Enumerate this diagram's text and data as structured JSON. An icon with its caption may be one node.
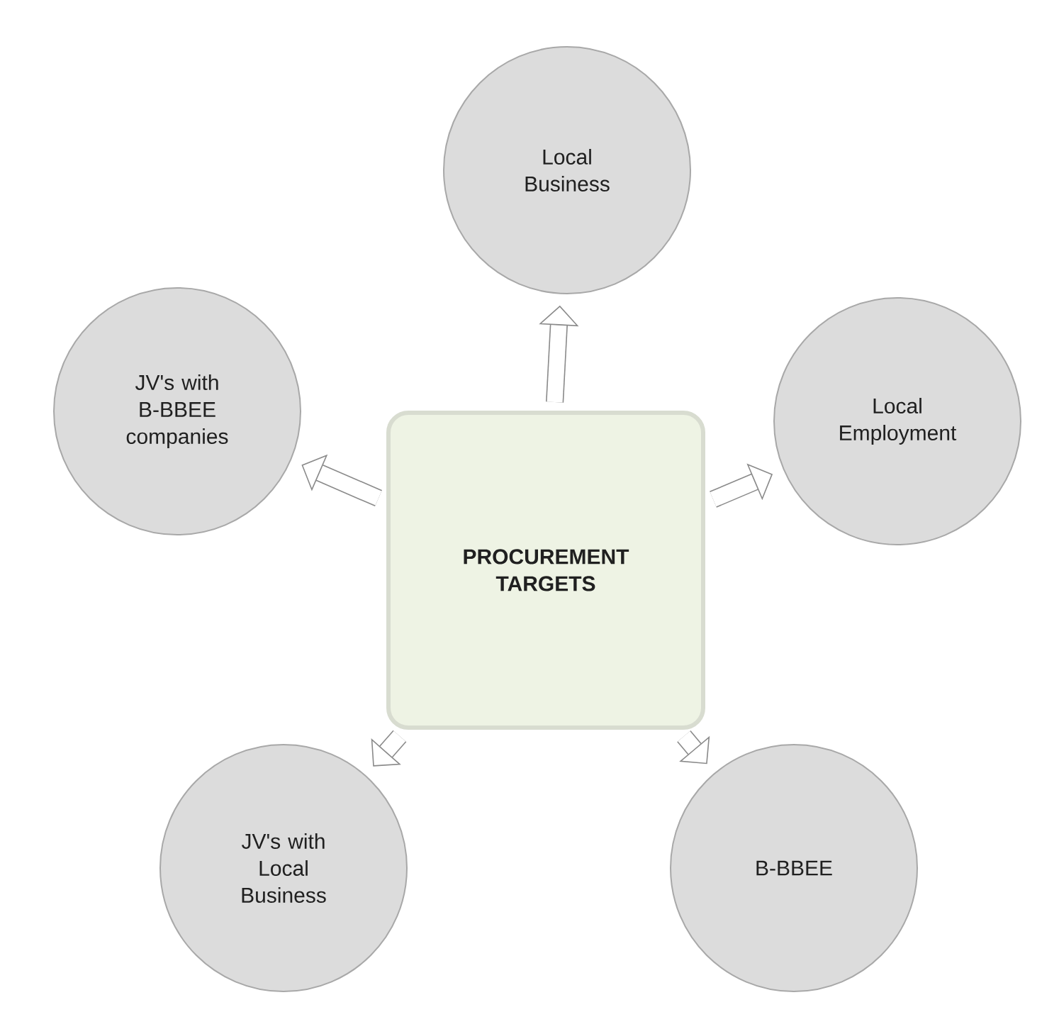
{
  "diagram": {
    "nodes": [
      {
        "text": [
          "**PROCUREMENT TARGETS**"
        ]
      },
      {
        "text": [
          "Local Business"
        ]
      },
      {
        "text": [
          "JV's with B-BBEE companies"
        ]
      },
      {
        "text": [
          "Local Employment"
        ]
      },
      {
        "text": [
          "JV's with Local Business"
        ]
      },
      {
        "text": [
          "B-BBEE"
        ]
      }
    ],
    "edges": [
      {
        "from": 0,
        "to": 1,
        "arrow": "to"
      },
      {
        "from": 0,
        "to": 2,
        "arrow": "to"
      },
      {
        "from": 0,
        "to": 3,
        "arrow": "to"
      },
      {
        "from": 0,
        "to": 4,
        "arrow": "to"
      },
      {
        "from": 0,
        "to": 5,
        "arrow": "to"
      }
    ]
  }
}
